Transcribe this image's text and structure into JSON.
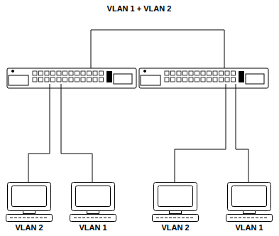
{
  "diagram": {
    "nodes": [
      {
        "text": [
          "VLAN 2"
        ]
      },
      {
        "text": [
          "VLAN 1"
        ]
      },
      {
        "text": [
          "VLAN 2"
        ]
      },
      {
        "text": [
          "VLAN 1"
        ]
      }
    ],
    "labels": [
      "VLAN 1 + VLAN 2"
    ]
  }
}
